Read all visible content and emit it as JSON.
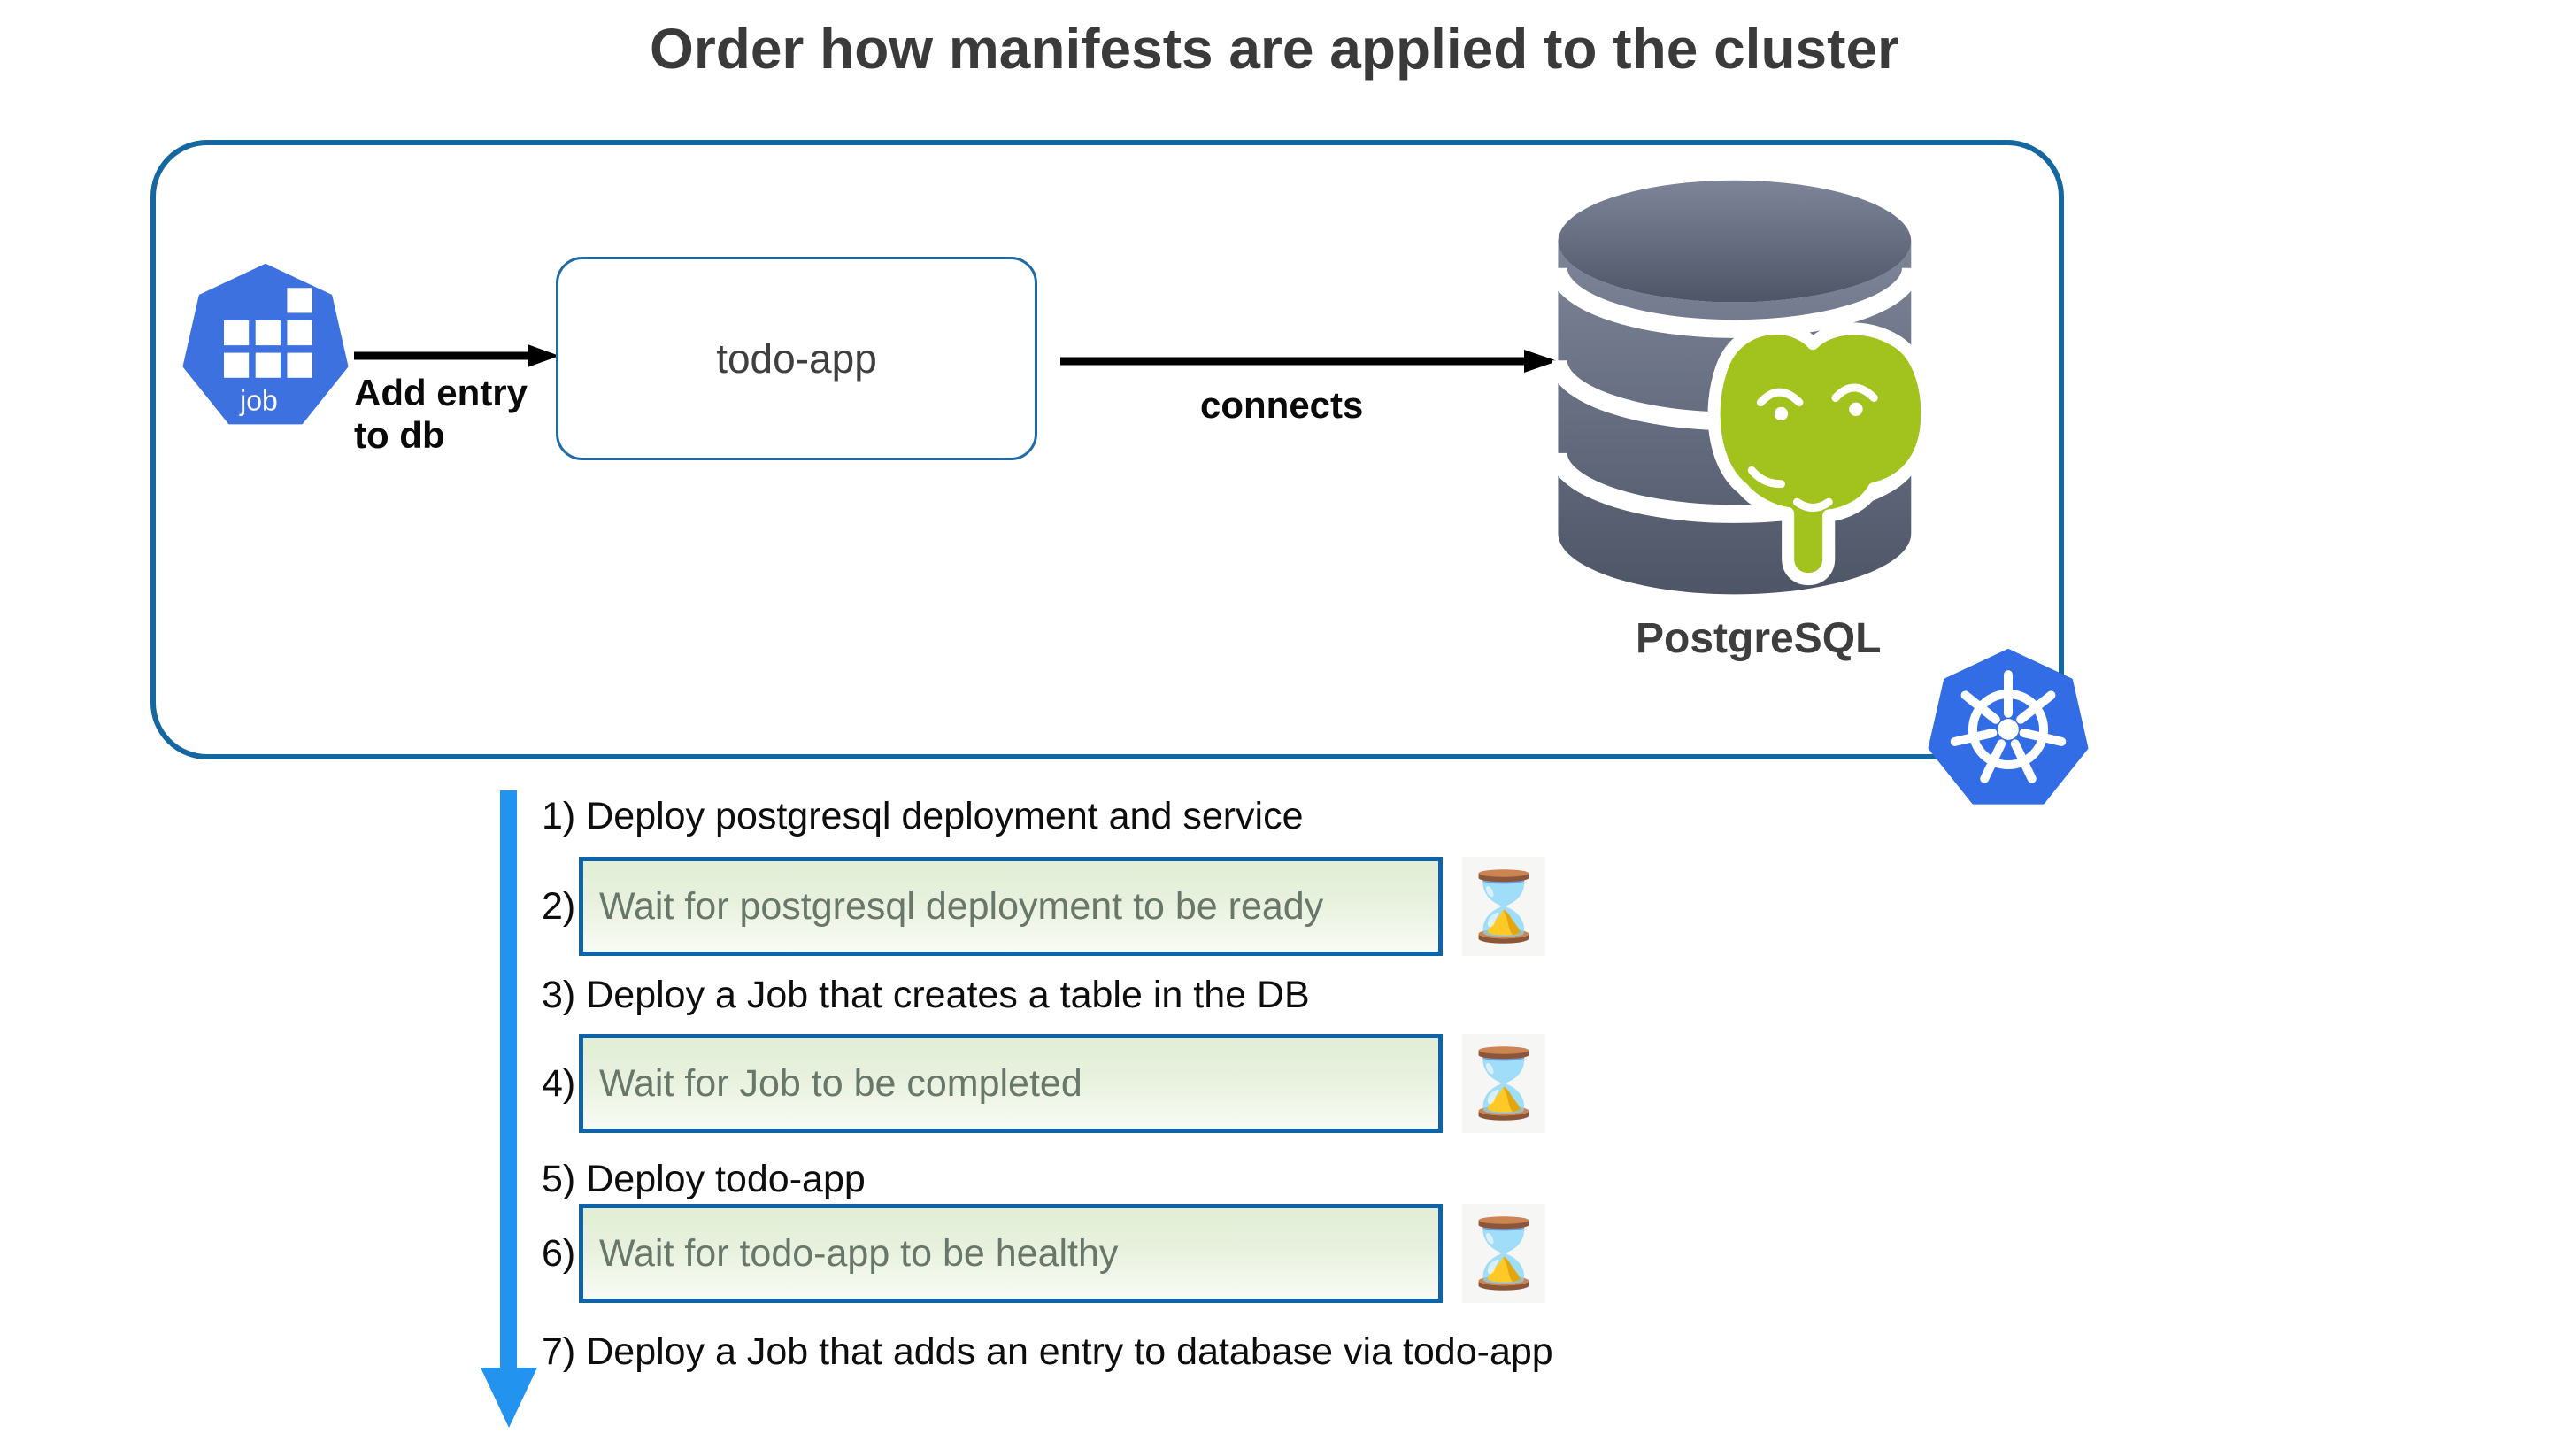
{
  "title": "Order how manifests are applied to the cluster",
  "cluster": {
    "job_label": "job",
    "edge1_label_line1": "Add entry",
    "edge1_label_line2": "to db",
    "todo_app_label": "todo-app",
    "edge2_label": "connects",
    "postgres_label": "PostgreSQL"
  },
  "steps": [
    {
      "num": "1)",
      "text": "Deploy postgresql deployment and service",
      "boxed": false
    },
    {
      "num": "2)",
      "text": "Wait for postgresql deployment to be ready",
      "boxed": true
    },
    {
      "num": "3)",
      "text": "Deploy a Job that creates a table in the DB",
      "boxed": false
    },
    {
      "num": "4)",
      "text": "Wait for Job to be completed",
      "boxed": true
    },
    {
      "num": "5)",
      "text": "Deploy todo-app",
      "boxed": false
    },
    {
      "num": "6)",
      "text": "Wait for todo-app to be healthy",
      "boxed": true
    },
    {
      "num": "7)",
      "text": "Deploy a Job that adds an entry to database via todo-app",
      "boxed": false
    }
  ],
  "icons": {
    "hourglass": "⌛",
    "job_icon": "kubernetes-job-heptagon",
    "kubernetes_icon": "kubernetes-wheel-heptagon",
    "postgresql_icon": "database-cylinder-elephant"
  },
  "colors": {
    "container_border": "#15679f",
    "todo_box_border": "#1e6ba8",
    "kubernetes_blue": "#326de5",
    "job_blue": "#3e71e0",
    "postgres_green": "#a2c21d",
    "cylinder_gray_top": "#7e8599",
    "cylinder_gray_bottom": "#4d5567",
    "flow_arrow_blue": "#2293ef",
    "wait_box_border": "#0f63a6",
    "title_gray": "#3a3a3a"
  }
}
